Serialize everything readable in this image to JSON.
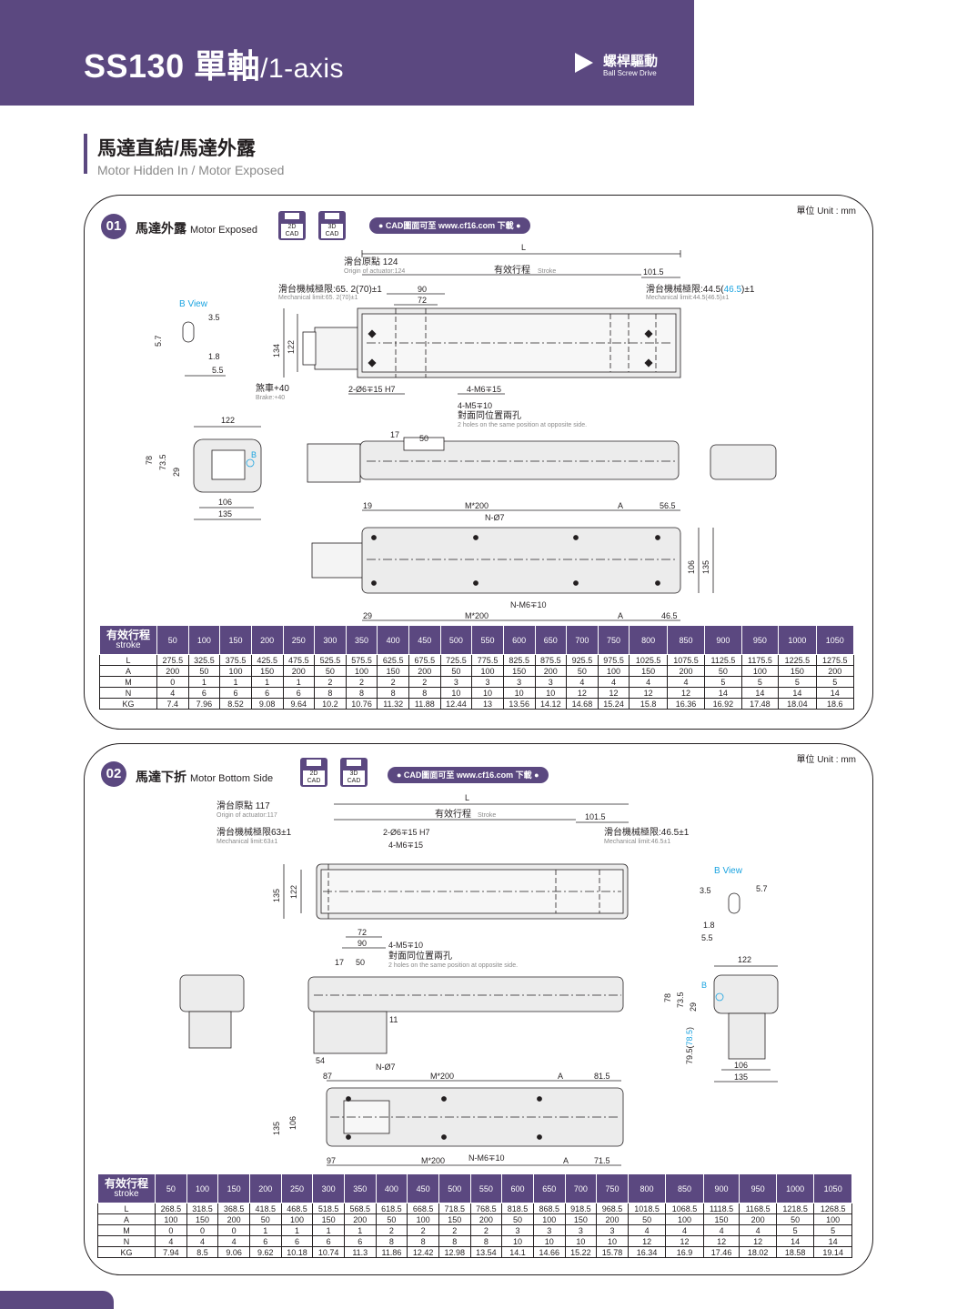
{
  "header": {
    "model": "SS130",
    "axis": "單軸",
    "axis_en": "/1-axis",
    "drive_zh": "螺桿驅動",
    "drive_en": "Ball Screw Drive"
  },
  "section": {
    "title_zh": "馬達直結/馬達外露",
    "title_en": "Motor Hidden In / Motor Exposed"
  },
  "panel1": {
    "unit": "單位 Unit : mm",
    "number": "01",
    "title_zh": "馬達外露",
    "title_en": "Motor Exposed",
    "cad_2d": "2D CAD",
    "cad_3d": "3D CAD",
    "download": "● CAD圖面可至 www.cf16.com 下載 ●",
    "dims": {
      "L": "L",
      "origin": "滑台原點 124",
      "origin_en": "Origin of actuator:124",
      "stroke": "有效行程",
      "stroke_en": "Stroke",
      "d1015": "101.5",
      "mech_left": "滑台機械極限:65. 2(70)±1",
      "mech_left_en": "Mechanical limit:65. 2(70)±1",
      "d90": "90",
      "d72": "72",
      "mech_right_a": "滑台機械極限:44.5(",
      "mech_right_b": "46.5",
      "mech_right_c": ")±1",
      "mech_right_en": "Mechanical limit:44.5(46.5)±1",
      "bview": "B View",
      "b35": "3.5",
      "b57": "5.7",
      "b18": "1.8",
      "b55": "5.5",
      "h134": "134",
      "h122": "122",
      "brake": "煞車+40",
      "brake_en": "Brake:+40",
      "pin": "2-Ø6∓15 H7",
      "m6": "4-M6∓15",
      "m5": "4-M5∓10",
      "m5_zh": "對面同位置兩孔",
      "m5_en": "2 holes on the same position at opposite side.",
      "e122": "122",
      "e78": "78",
      "e735": "73.5",
      "e29": "29",
      "e106": "106",
      "e135": "135",
      "eB": "B",
      "s17": "17",
      "s50": "50",
      "t19": "19",
      "tM200": "M*200",
      "tA": "A",
      "t565": "56.5",
      "tN7": "N-Ø7",
      "tN6": "N-M6∓10",
      "t29": "29",
      "t465": "46.5",
      "t106": "106",
      "t135": "135"
    },
    "table": {
      "head_zh": "有效行程",
      "head_en": "stroke",
      "strokes": [
        "50",
        "100",
        "150",
        "200",
        "250",
        "300",
        "350",
        "400",
        "450",
        "500",
        "550",
        "600",
        "650",
        "700",
        "750",
        "800",
        "850",
        "900",
        "950",
        "1000",
        "1050"
      ],
      "rows": [
        {
          "label": "L",
          "values": [
            "275.5",
            "325.5",
            "375.5",
            "425.5",
            "475.5",
            "525.5",
            "575.5",
            "625.5",
            "675.5",
            "725.5",
            "775.5",
            "825.5",
            "875.5",
            "925.5",
            "975.5",
            "1025.5",
            "1075.5",
            "1125.5",
            "1175.5",
            "1225.5",
            "1275.5"
          ]
        },
        {
          "label": "A",
          "values": [
            "200",
            "50",
            "100",
            "150",
            "200",
            "50",
            "100",
            "150",
            "200",
            "50",
            "100",
            "150",
            "200",
            "50",
            "100",
            "150",
            "200",
            "50",
            "100",
            "150",
            "200"
          ]
        },
        {
          "label": "M",
          "values": [
            "0",
            "1",
            "1",
            "1",
            "1",
            "2",
            "2",
            "2",
            "2",
            "3",
            "3",
            "3",
            "3",
            "4",
            "4",
            "4",
            "4",
            "5",
            "5",
            "5",
            "5"
          ]
        },
        {
          "label": "N",
          "values": [
            "4",
            "6",
            "6",
            "6",
            "6",
            "8",
            "8",
            "8",
            "8",
            "10",
            "10",
            "10",
            "10",
            "12",
            "12",
            "12",
            "12",
            "14",
            "14",
            "14",
            "14"
          ]
        },
        {
          "label": "KG",
          "values": [
            "7.4",
            "7.96",
            "8.52",
            "9.08",
            "9.64",
            "10.2",
            "10.76",
            "11.32",
            "11.88",
            "12.44",
            "13",
            "13.56",
            "14.12",
            "14.68",
            "15.24",
            "15.8",
            "16.36",
            "16.92",
            "17.48",
            "18.04",
            "18.6"
          ]
        }
      ]
    }
  },
  "panel2": {
    "unit": "單位 Unit : mm",
    "number": "02",
    "title_zh": "馬達下折",
    "title_en": "Motor Bottom Side",
    "cad_2d": "2D CAD",
    "cad_3d": "3D CAD",
    "download": "● CAD圖面可至 www.cf16.com 下載 ●",
    "dims": {
      "L": "L",
      "origin": "滑台原點 117",
      "origin_en": "Origin of actuator:117",
      "stroke": "有效行程",
      "stroke_en": "Stroke",
      "d1015": "101.5",
      "mech_left": "滑台機械極限63±1",
      "mech_left_en": "Mechanical limit:63±1",
      "pin": "2-Ø6∓15 H7",
      "m6": "4-M6∓15",
      "mech_right": "滑台機械極限:46.5±1",
      "mech_right_en": "Mechanical limit:46.5±1",
      "h135": "135",
      "h122": "122",
      "d72": "72",
      "d90": "90",
      "m5": "4-M5∓10",
      "m5_zh": "對面同位置兩孔",
      "m5_en": "2 holes on the same position at opposite side.",
      "s17": "17",
      "s50": "50",
      "s11": "11",
      "s54": "54",
      "bview": "B View",
      "b35": "3.5",
      "b57": "5.7",
      "b18": "1.8",
      "b55": "5.5",
      "e122": "122",
      "e78": "78",
      "e735": "73.5",
      "e29": "29",
      "e795a": "79.5(",
      "e795b": "78.5",
      "e795c": ")",
      "e106": "106",
      "e135": "135",
      "eB": "B",
      "t87": "87",
      "tN7": "N-Ø7",
      "tM200": "M*200",
      "tA": "A",
      "t815": "81.5",
      "t97": "97",
      "tN6": "N-M6∓10",
      "t715": "71.5",
      "t135": "135",
      "t106": "106"
    },
    "table": {
      "head_zh": "有效行程",
      "head_en": "stroke",
      "strokes": [
        "50",
        "100",
        "150",
        "200",
        "250",
        "300",
        "350",
        "400",
        "450",
        "500",
        "550",
        "600",
        "650",
        "700",
        "750",
        "800",
        "850",
        "900",
        "950",
        "1000",
        "1050"
      ],
      "rows": [
        {
          "label": "L",
          "values": [
            "268.5",
            "318.5",
            "368.5",
            "418.5",
            "468.5",
            "518.5",
            "568.5",
            "618.5",
            "668.5",
            "718.5",
            "768.5",
            "818.5",
            "868.5",
            "918.5",
            "968.5",
            "1018.5",
            "1068.5",
            "1118.5",
            "1168.5",
            "1218.5",
            "1268.5"
          ]
        },
        {
          "label": "A",
          "values": [
            "100",
            "150",
            "200",
            "50",
            "100",
            "150",
            "200",
            "50",
            "100",
            "150",
            "200",
            "50",
            "100",
            "150",
            "200",
            "50",
            "100",
            "150",
            "200",
            "50",
            "100"
          ]
        },
        {
          "label": "M",
          "values": [
            "0",
            "0",
            "0",
            "1",
            "1",
            "1",
            "1",
            "2",
            "2",
            "2",
            "2",
            "3",
            "3",
            "3",
            "3",
            "4",
            "4",
            "4",
            "4",
            "5",
            "5"
          ]
        },
        {
          "label": "N",
          "values": [
            "4",
            "4",
            "4",
            "6",
            "6",
            "6",
            "6",
            "8",
            "8",
            "8",
            "8",
            "10",
            "10",
            "10",
            "10",
            "12",
            "12",
            "12",
            "12",
            "14",
            "14"
          ]
        },
        {
          "label": "KG",
          "values": [
            "7.94",
            "8.5",
            "9.06",
            "9.62",
            "10.18",
            "10.74",
            "11.3",
            "11.86",
            "12.42",
            "12.98",
            "13.54",
            "14.1",
            "14.66",
            "15.22",
            "15.78",
            "16.34",
            "16.9",
            "17.46",
            "18.02",
            "18.58",
            "19.14"
          ]
        }
      ]
    }
  },
  "colors": {
    "brand": "#5b4880",
    "highlight": "#1aa3e0",
    "line": "#231f20",
    "fill": "#ececec"
  }
}
